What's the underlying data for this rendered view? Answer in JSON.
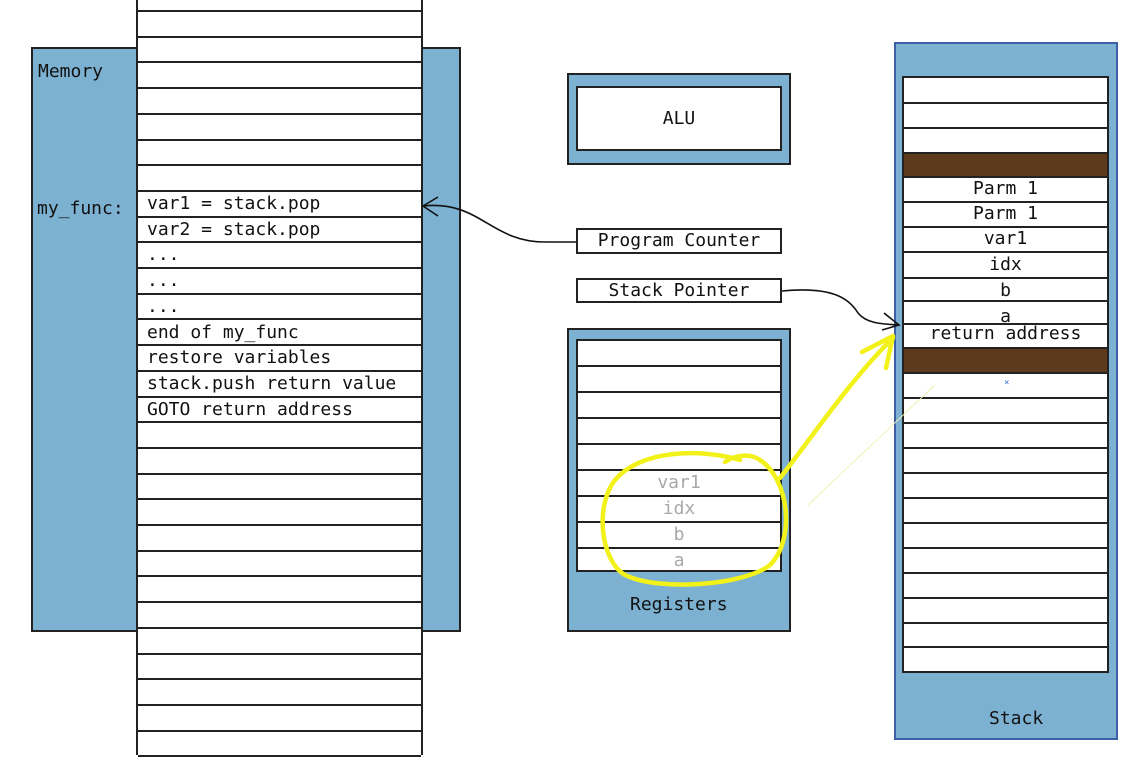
{
  "memory": {
    "panel_label": "Memory",
    "func_label": "my_func:",
    "lines": [
      "var1 = stack.pop",
      "var2 = stack.pop",
      "...",
      "...",
      "...",
      "end of my_func",
      "restore variables",
      "stack.push return value",
      "GOTO return address"
    ]
  },
  "alu": {
    "label": "ALU"
  },
  "program_counter": {
    "label": "Program Counter"
  },
  "stack_pointer": {
    "label": "Stack Pointer"
  },
  "registers": {
    "label": "Registers",
    "rows": [
      "",
      "",
      "",
      "",
      "",
      "var1",
      "idx",
      "b",
      "a"
    ]
  },
  "stack": {
    "label": "Stack",
    "rows": [
      "",
      "",
      "",
      "",
      "Parm 1",
      "Parm 1",
      "var1",
      "idx",
      "b",
      "a",
      "return address",
      "",
      "",
      "",
      "",
      "",
      "",
      "",
      "",
      "",
      "",
      "",
      "",
      "",
      ""
    ],
    "marker": "×"
  },
  "colors": {
    "panel": "#7db1d1",
    "separator": "#5e3a1c",
    "highlight": "#f2f21a",
    "faded_text": "#a8a8a8"
  }
}
